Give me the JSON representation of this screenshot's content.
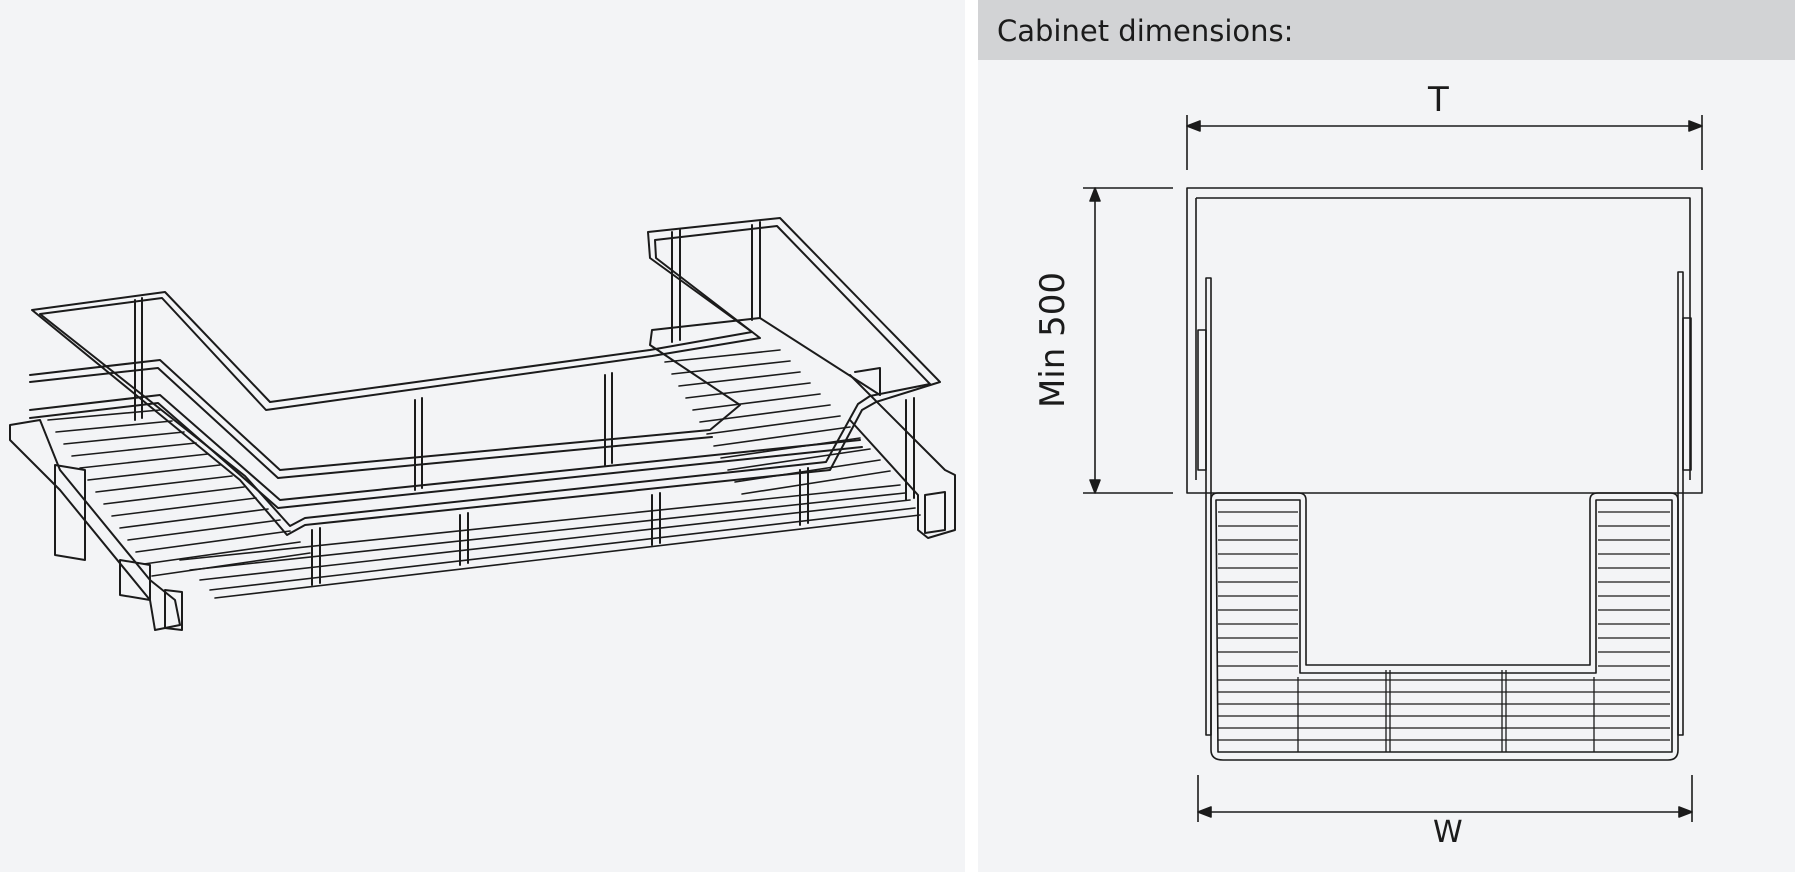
{
  "header": {
    "title": "Cabinet dimensions:"
  },
  "dimensions": {
    "top_label": "T",
    "bottom_label": "W",
    "side_label": "Min 500"
  },
  "colors": {
    "background": "#f3f4f6",
    "header_bar": "#d2d3d5",
    "line": "#1b1b1b"
  },
  "icons": [
    "wire-basket-perspective",
    "wire-basket-top-view"
  ]
}
